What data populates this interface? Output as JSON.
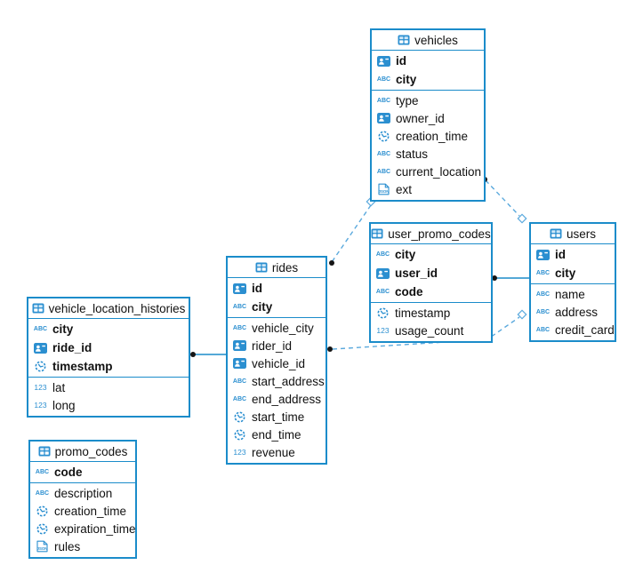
{
  "type_icon_labels": {
    "text": "ABC",
    "number": "123",
    "json": "JSON"
  },
  "colors": {
    "table_border": "#1b8cca",
    "icon_blue": "#2b8fd0",
    "relation_dashed": "#5aa9dd",
    "relation_solid": "#1b8cca",
    "endpoint_dot": "#151515",
    "text": "#111111"
  },
  "tables": [
    {
      "name": "vehicles",
      "key_columns": [
        {
          "name": "id",
          "type": "id"
        },
        {
          "name": "city",
          "type": "text"
        }
      ],
      "columns": [
        {
          "name": "type",
          "type": "text"
        },
        {
          "name": "owner_id",
          "type": "id"
        },
        {
          "name": "creation_time",
          "type": "time"
        },
        {
          "name": "status",
          "type": "text"
        },
        {
          "name": "current_location",
          "type": "text"
        },
        {
          "name": "ext",
          "type": "json"
        }
      ]
    },
    {
      "name": "user_promo_codes",
      "key_columns": [
        {
          "name": "city",
          "type": "text"
        },
        {
          "name": "user_id",
          "type": "id"
        },
        {
          "name": "code",
          "type": "text"
        }
      ],
      "columns": [
        {
          "name": "timestamp",
          "type": "time"
        },
        {
          "name": "usage_count",
          "type": "number"
        }
      ]
    },
    {
      "name": "users",
      "key_columns": [
        {
          "name": "id",
          "type": "id"
        },
        {
          "name": "city",
          "type": "text"
        }
      ],
      "columns": [
        {
          "name": "name",
          "type": "text"
        },
        {
          "name": "address",
          "type": "text"
        },
        {
          "name": "credit_card",
          "type": "text"
        }
      ]
    },
    {
      "name": "rides",
      "key_columns": [
        {
          "name": "id",
          "type": "id"
        },
        {
          "name": "city",
          "type": "text"
        }
      ],
      "columns": [
        {
          "name": "vehicle_city",
          "type": "text"
        },
        {
          "name": "rider_id",
          "type": "id"
        },
        {
          "name": "vehicle_id",
          "type": "id"
        },
        {
          "name": "start_address",
          "type": "text"
        },
        {
          "name": "end_address",
          "type": "text"
        },
        {
          "name": "start_time",
          "type": "time"
        },
        {
          "name": "end_time",
          "type": "time"
        },
        {
          "name": "revenue",
          "type": "number"
        }
      ]
    },
    {
      "name": "vehicle_location_histories",
      "key_columns": [
        {
          "name": "city",
          "type": "text"
        },
        {
          "name": "ride_id",
          "type": "id"
        },
        {
          "name": "timestamp",
          "type": "time"
        }
      ],
      "columns": [
        {
          "name": "lat",
          "type": "number"
        },
        {
          "name": "long",
          "type": "number"
        }
      ]
    },
    {
      "name": "promo_codes",
      "key_columns": [
        {
          "name": "code",
          "type": "text"
        }
      ],
      "columns": [
        {
          "name": "description",
          "type": "text"
        },
        {
          "name": "creation_time",
          "type": "time"
        },
        {
          "name": "expiration_time",
          "type": "time"
        },
        {
          "name": "rules",
          "type": "json"
        }
      ]
    }
  ],
  "relationships": [
    {
      "from": "rides",
      "to": "vehicles",
      "style": "dashed"
    },
    {
      "from": "vehicles",
      "to": "users",
      "style": "dashed"
    },
    {
      "from": "rides",
      "to": "users",
      "style": "dashed"
    },
    {
      "from": "user_promo_codes",
      "to": "users",
      "style": "solid"
    },
    {
      "from": "vehicle_location_histories",
      "to": "rides",
      "style": "solid"
    }
  ]
}
